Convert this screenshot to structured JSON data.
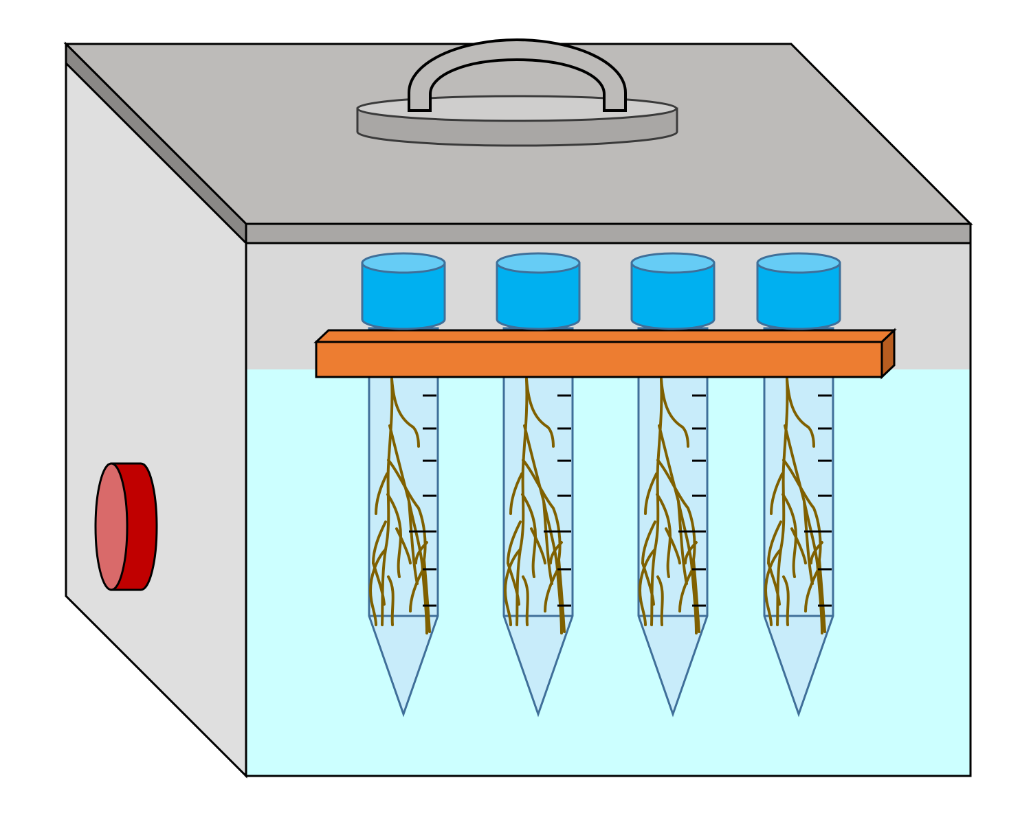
{
  "diagram": {
    "subject": "water-bath",
    "tube_count": 4,
    "tubes": [
      {
        "id": "tube-1",
        "contents": "roots"
      },
      {
        "id": "tube-2",
        "contents": "roots"
      },
      {
        "id": "tube-3",
        "contents": "roots"
      },
      {
        "id": "tube-4",
        "contents": "roots"
      }
    ],
    "graduation_marks_per_tube": 7,
    "colors": {
      "bath_top": "#bdbbb9",
      "bath_front_upper": "#d9d9d9",
      "bath_side": "#dfdfdf",
      "water": "#ccffff",
      "tube_cap": "#00b0f0",
      "tube_cap_top": "#66ccf5",
      "tube_body": "#c8ecfa",
      "tube_outline": "#3f6f99",
      "rack": "#ed7d31",
      "rack_dark": "#b85d20",
      "roots": "#7f6000",
      "knob_face": "#d96a6a",
      "knob_side": "#c00000",
      "handle": "#bdbbb9",
      "lid_ring": "#a9a7a5"
    },
    "icons": [
      "handle-icon",
      "knob-icon",
      "tube-cap-icon",
      "root-icon"
    ]
  }
}
